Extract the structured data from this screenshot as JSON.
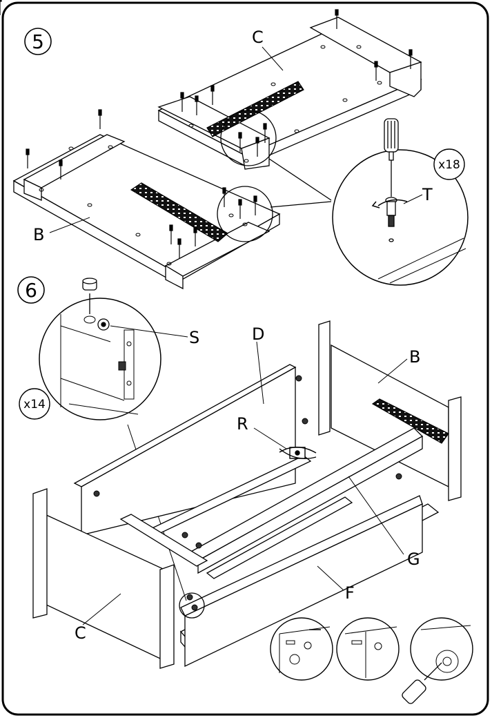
{
  "steps": [
    {
      "number": "5",
      "multiplier": "x18"
    },
    {
      "number": "6",
      "multiplier": "x14"
    }
  ],
  "parts": {
    "B_top": "B",
    "C_top": "C",
    "T": "T",
    "S": "S",
    "D": "D",
    "B_bottom": "B",
    "R": "R",
    "G": "G",
    "F": "F",
    "C_bottom": "C"
  }
}
